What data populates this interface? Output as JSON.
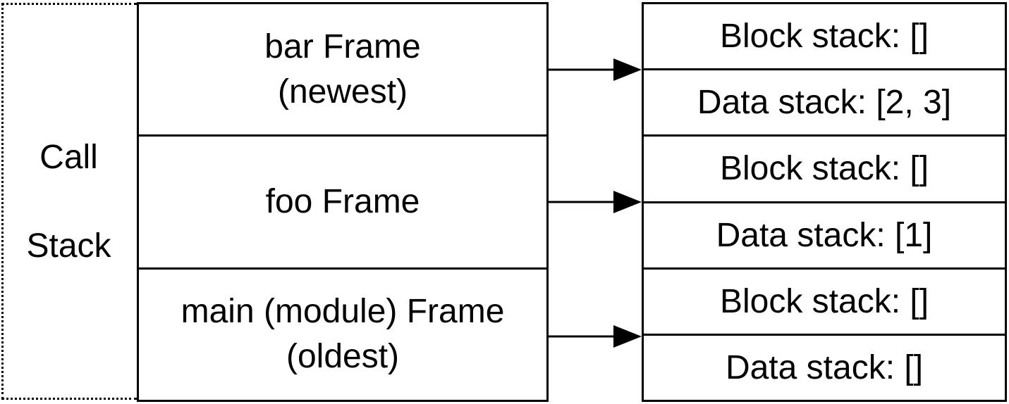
{
  "call_stack": {
    "label_line1": "Call",
    "label_line2": "Stack"
  },
  "frames": [
    {
      "line1": "bar Frame",
      "line2": "(newest)"
    },
    {
      "line1": "foo Frame",
      "line2": ""
    },
    {
      "line1": "main (module) Frame",
      "line2": "(oldest)"
    }
  ],
  "frame_stacks": [
    {
      "block": "Block stack: []",
      "data": "Data stack: [2, 3]"
    },
    {
      "block": "Block stack: []",
      "data": "Data stack: [1]"
    },
    {
      "block": "Block stack: []",
      "data": "Data stack: []"
    }
  ]
}
